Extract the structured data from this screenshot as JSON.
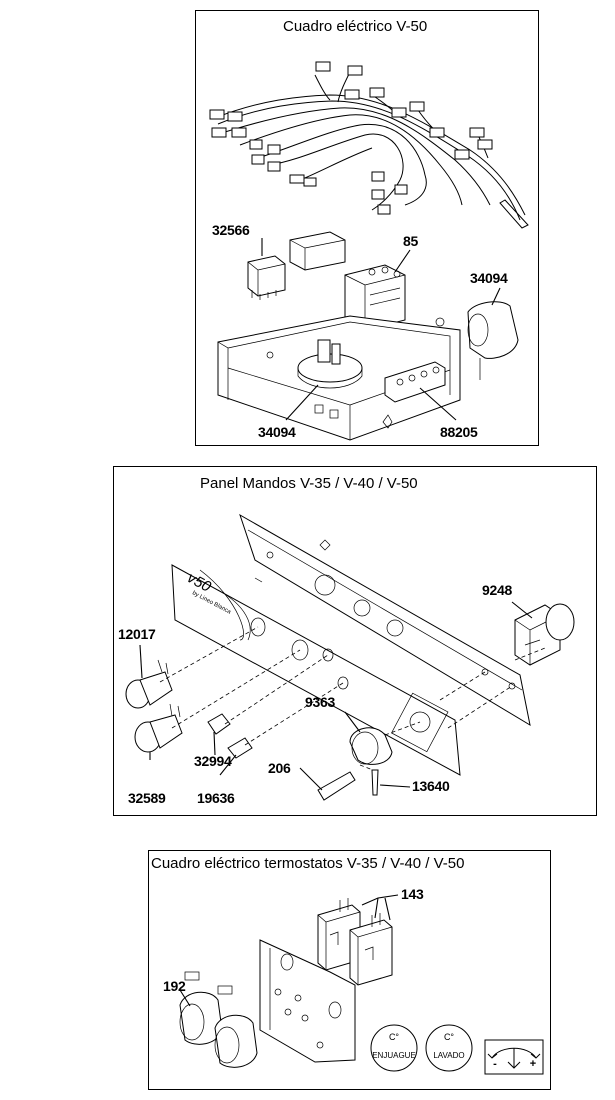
{
  "panels": {
    "electric": {
      "title": "Cuadro eléctrico V-50",
      "labels": {
        "p32566": "32566",
        "p85": "85",
        "p34094_top": "34094",
        "p34094_bottom": "34094",
        "p88205": "88205"
      }
    },
    "controls": {
      "title": "Panel Mandos V-35 / V-40 / V-50",
      "brand": "v50",
      "brand_sub": "by Lineo Blanca",
      "labels": {
        "p12017": "12017",
        "p9248": "9248",
        "p9363": "9363",
        "p32994": "32994",
        "p32589": "32589",
        "p19636": "19636",
        "p206": "206",
        "p13640": "13640"
      }
    },
    "thermostats": {
      "title": "Cuadro eléctrico termostatos V-35 / V-40 / V-50",
      "labels": {
        "p143": "143",
        "p192": "192"
      },
      "symbols": {
        "rinse_unit": "C°",
        "rinse_label": "ENJUAGUE",
        "wash_unit": "C°",
        "wash_label": "LAVADO",
        "minus": "-",
        "plus": "+"
      }
    }
  }
}
